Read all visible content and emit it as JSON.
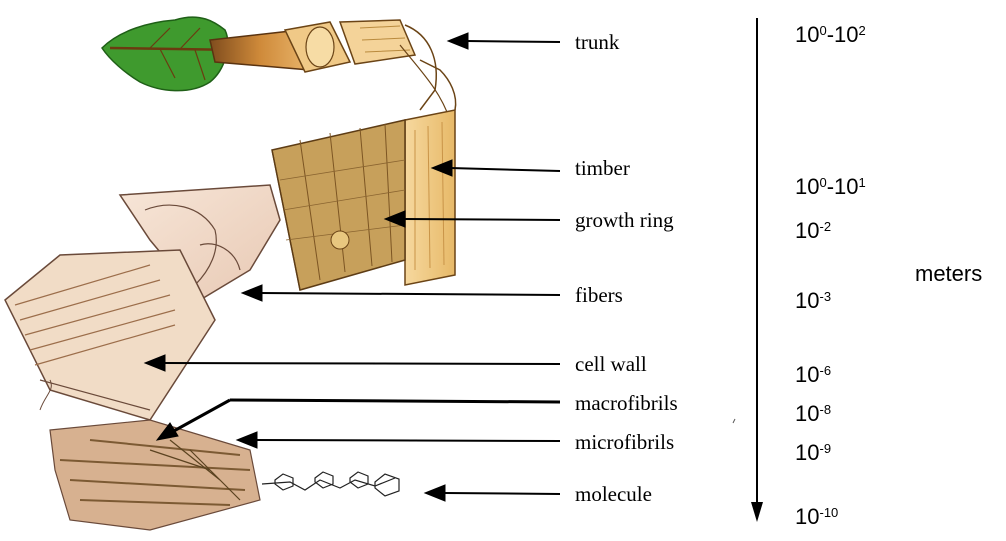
{
  "labels": [
    "trunk",
    "timber",
    "growth ring",
    "fibers",
    "cell wall",
    "macrofibrils",
    "microfibrils",
    "molecule"
  ],
  "scale": [
    {
      "base": "10",
      "exp": "0",
      "sep": "-",
      "base2": "10",
      "exp2": "2"
    },
    {
      "base": "10",
      "exp": "0",
      "sep": "-",
      "base2": "10",
      "exp2": "1"
    },
    {
      "base": "10",
      "exp": "-2"
    },
    {
      "base": "10",
      "exp": "-3"
    },
    {
      "base": "10",
      "exp": "-6"
    },
    {
      "base": "10",
      "exp": "-8"
    },
    {
      "base": "10",
      "exp": "-9"
    },
    {
      "base": "10",
      "exp": "-10"
    }
  ],
  "unit": "meters",
  "colors": {
    "leaf": "#3f9a2e",
    "bark": "#b9742c",
    "wood": "#f1cc87",
    "cell": "#f3dccb",
    "fibril": "#8a6c3a",
    "ink": "#000000"
  }
}
